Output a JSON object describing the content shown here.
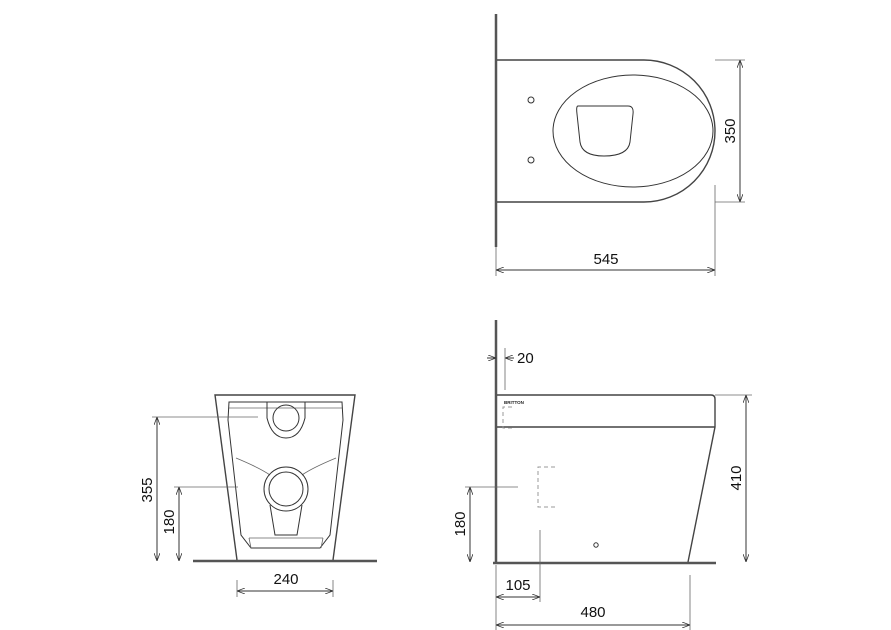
{
  "logo_text": "BRITTON",
  "top_view": {
    "width_label": "545",
    "depth_label": "350"
  },
  "side_view": {
    "wall_gap_label": "20",
    "height_label": "410",
    "outlet_height_label": "180",
    "outlet_offset_label": "105",
    "depth_label": "480"
  },
  "front_view": {
    "height_label": "355",
    "outlet_height_label": "180",
    "base_width_label": "240"
  }
}
